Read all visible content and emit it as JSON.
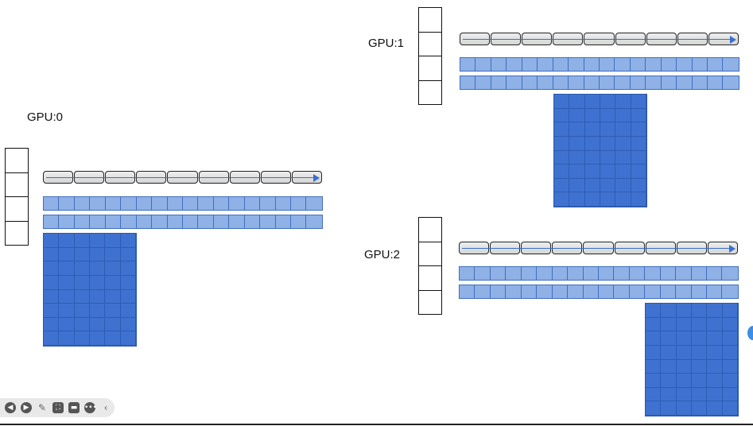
{
  "gpus": [
    {
      "label": "GPU:0",
      "dense_block": "left"
    },
    {
      "label": "GPU:1",
      "dense_block": "middle"
    },
    {
      "label": "GPU:2",
      "dense_block": "right"
    }
  ],
  "structure": {
    "column_boxes": 4,
    "arrow_row_segments": 9,
    "strip_rows": 2,
    "strip_cells": 18,
    "grid_columns": 6,
    "grid_rows": 8
  },
  "colors": {
    "light_blue": "#8fb1e6",
    "dark_blue": "#3f72d0",
    "pill_gray": "#dedede"
  },
  "toolbar": {
    "icons": [
      "prev-icon",
      "next-icon",
      "pen-icon",
      "expand-icon",
      "camera-icon",
      "more-icon",
      "collapse-icon"
    ]
  }
}
